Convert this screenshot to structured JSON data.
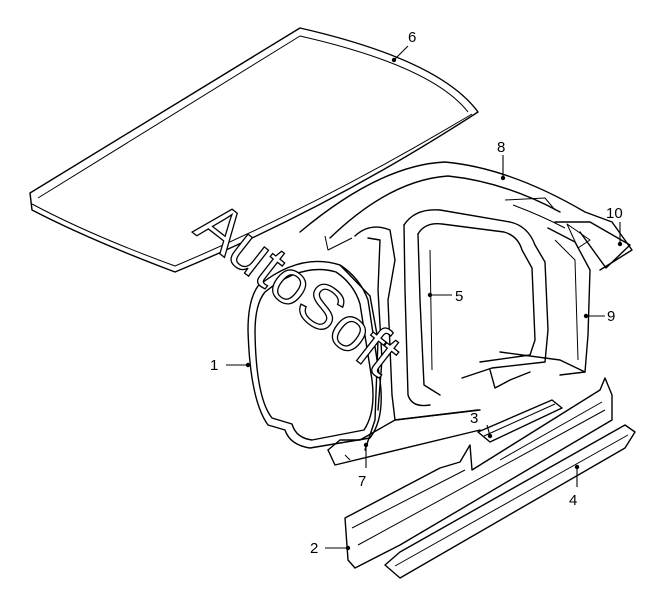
{
  "watermark": "AutoSoft",
  "callouts": [
    {
      "id": "c1",
      "label": "1"
    },
    {
      "id": "c2",
      "label": "2"
    },
    {
      "id": "c3",
      "label": "3"
    },
    {
      "id": "c4",
      "label": "4"
    },
    {
      "id": "c5",
      "label": "5"
    },
    {
      "id": "c6",
      "label": "6"
    },
    {
      "id": "c7",
      "label": "7"
    },
    {
      "id": "c8",
      "label": "8"
    },
    {
      "id": "c9",
      "label": "9"
    },
    {
      "id": "c10",
      "label": "10"
    }
  ]
}
